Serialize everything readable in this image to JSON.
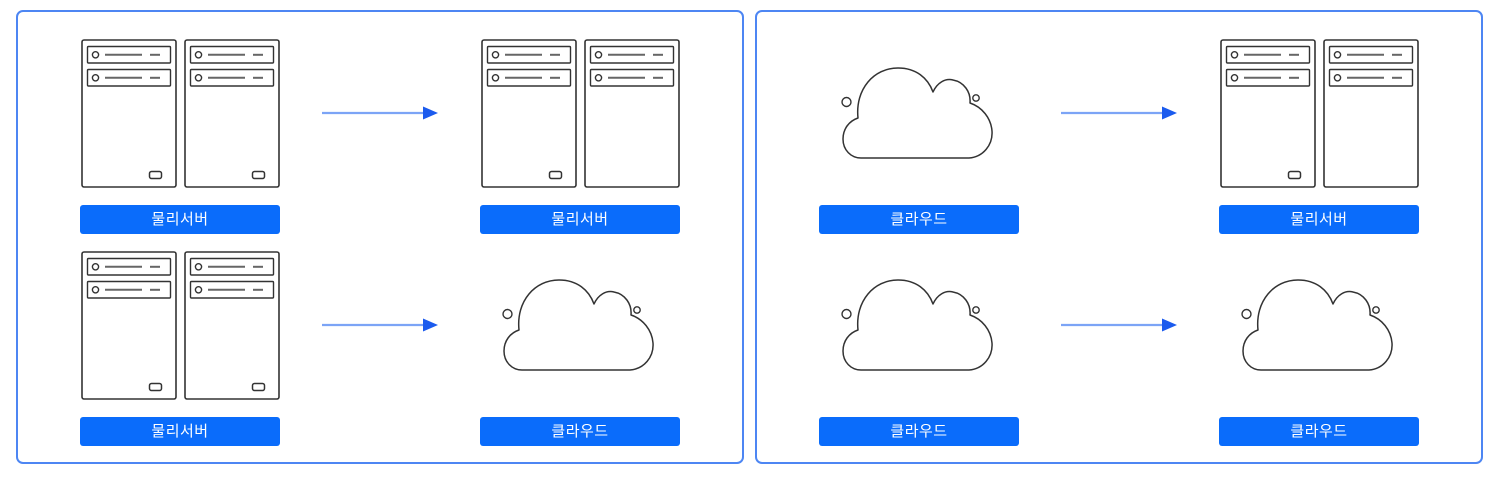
{
  "diagram": {
    "title": "server-cloud-migration-scenarios",
    "colors": {
      "panel_border": "#4d86f3",
      "label_background": "#0a6cfb",
      "label_text": "#ffffff",
      "arrow_shaft": "#7ca4f6",
      "arrow_head": "#1b5bee",
      "icon_stroke": "#333333",
      "icon_detail_line": "#666666",
      "background": "#ffffff"
    },
    "panels": [
      {
        "name": "left-panel",
        "rows": [
          {
            "source": {
              "icon": "physical-servers-icon",
              "label": "물리서버",
              "slots": [
                true,
                true
              ]
            },
            "arrow": "right-arrow-icon",
            "target": {
              "icon": "physical-servers-icon",
              "label": "물리서버",
              "slots": [
                true,
                false
              ]
            }
          },
          {
            "source": {
              "icon": "physical-servers-icon",
              "label": "물리서버",
              "slots": [
                true,
                true
              ]
            },
            "arrow": "right-arrow-icon",
            "target": {
              "icon": "cloud-icon",
              "label": "클라우드"
            }
          }
        ]
      },
      {
        "name": "right-panel",
        "rows": [
          {
            "source": {
              "icon": "cloud-icon",
              "label": "클라우드"
            },
            "arrow": "right-arrow-icon",
            "target": {
              "icon": "physical-servers-icon",
              "label": "물리서버",
              "slots": [
                true,
                false
              ]
            }
          },
          {
            "source": {
              "icon": "cloud-icon",
              "label": "클라우드"
            },
            "arrow": "right-arrow-icon",
            "target": {
              "icon": "cloud-icon",
              "label": "클라우드"
            }
          }
        ]
      }
    ]
  }
}
